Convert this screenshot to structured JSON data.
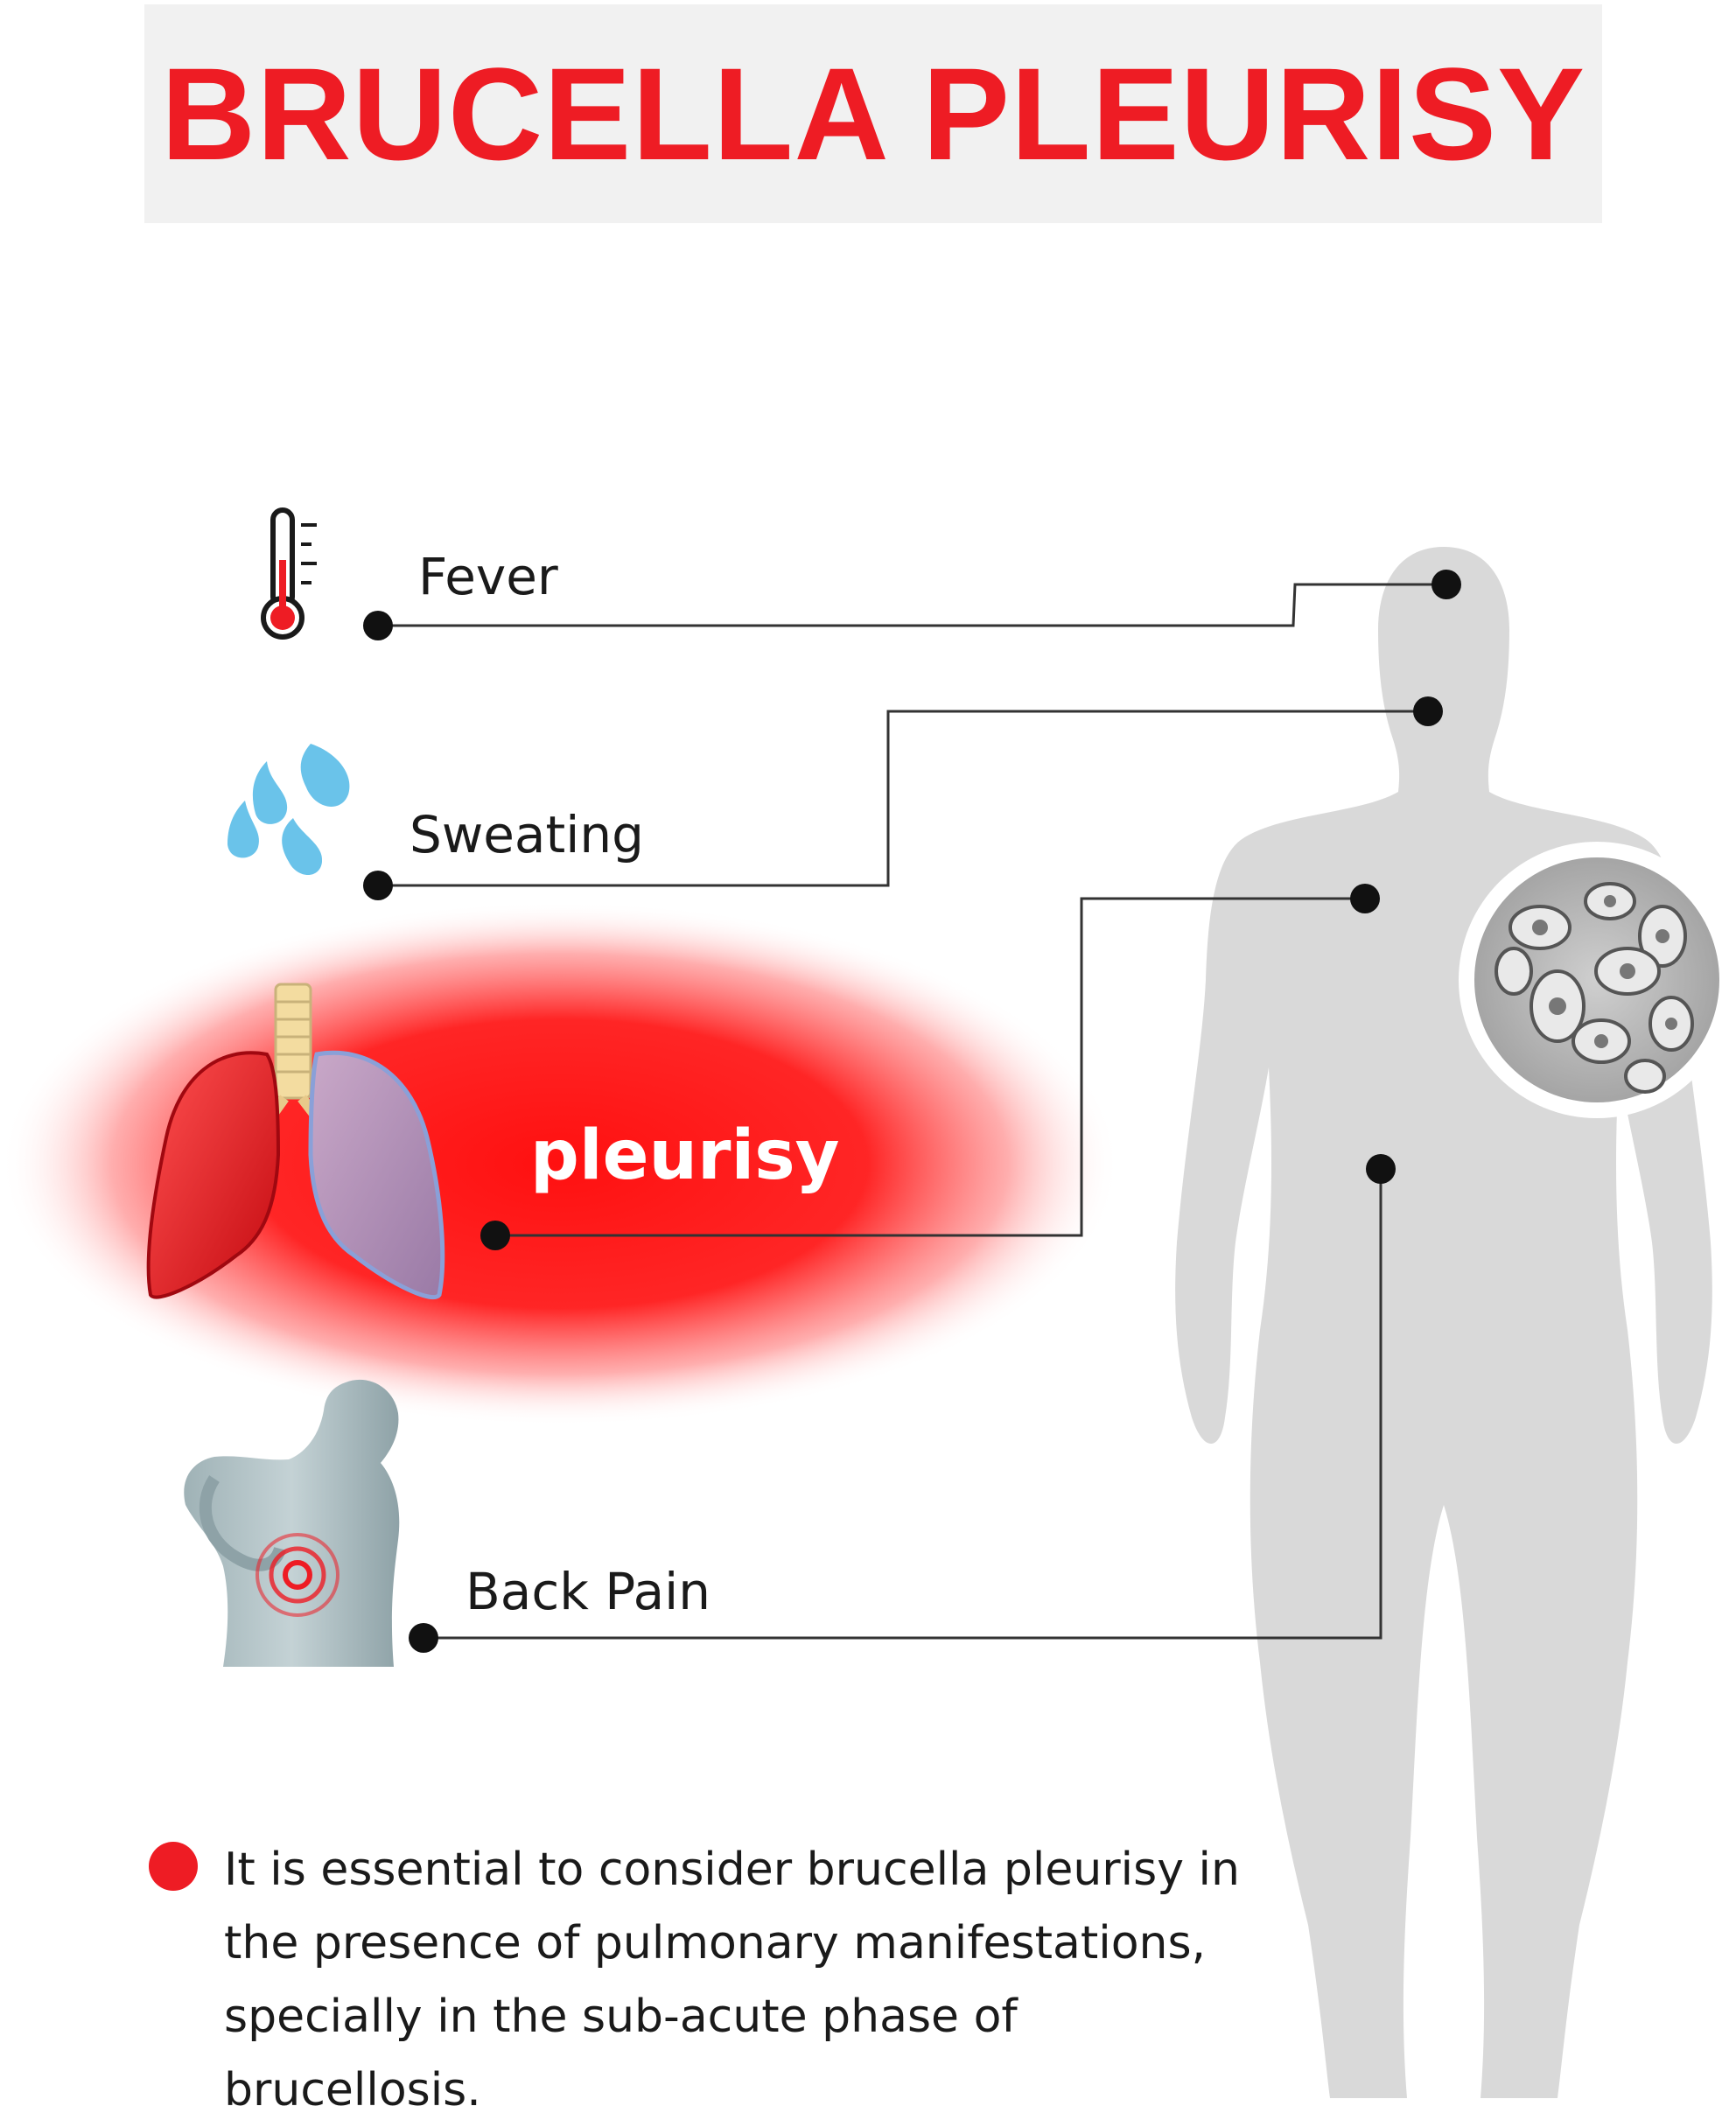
{
  "title": "BRUCELLA PLEURISY",
  "symptoms": {
    "fever": "Fever",
    "sweating": "Sweating",
    "pleurisy": "pleurisy",
    "back_pain": "Back Pain"
  },
  "note": "It is essential to consider brucella pleurisy in the presence of pulmonary manifestations, specially in the sub-acute phase of brucellosis.",
  "colors": {
    "accent": "#ee1c24",
    "connector": "#333333",
    "silhouette": "#d9d9d9",
    "water": "#6ac3ea"
  }
}
